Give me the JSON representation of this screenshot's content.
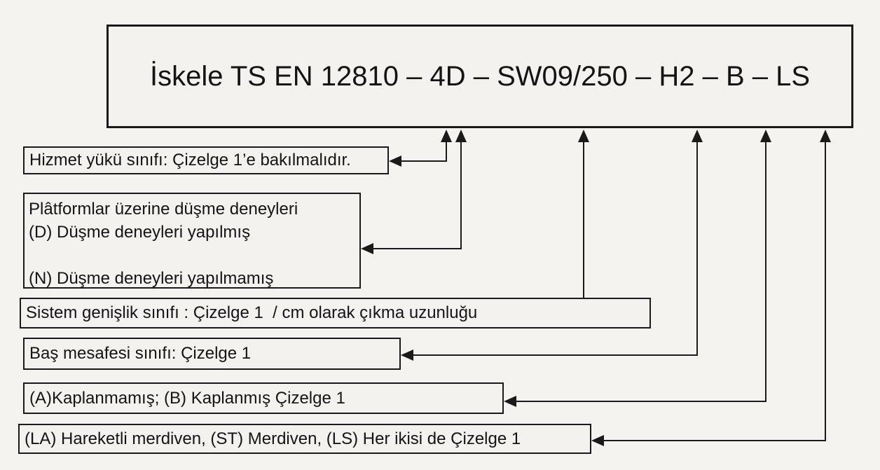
{
  "title": {
    "text": "İskele TS EN 12810 – 4D – SW09/250 – H2 – B – LS"
  },
  "labels": {
    "service_load": {
      "text": "Hizmet yükü sınıfı: Çizelge 1’e bakılmalıdır."
    },
    "drop_tests": {
      "lines": [
        "Plâtformlar üzerine düşme deneyleri",
        "(D) Düşme deneyleri yapılmış",
        "(N) Düşme deneyleri yapılmamış"
      ]
    },
    "system_width": {
      "text": "Sistem genişlik sınıfı : Çizelge 1  / cm olarak çıkma uzunluğu"
    },
    "headroom": {
      "text": "Baş mesafesi sınıfı: Çizelge 1"
    },
    "cladding": {
      "text": "(A)Kaplanmamış; (B) Kaplanmış Çizelge 1"
    },
    "access": {
      "text": "(LA) Hareketli merdiven, (ST) Merdiven, (LS) Her ikisi de Çizelge 1"
    }
  },
  "colors": {
    "background": "#f5f3f0",
    "ink": "#1a1a1a"
  }
}
